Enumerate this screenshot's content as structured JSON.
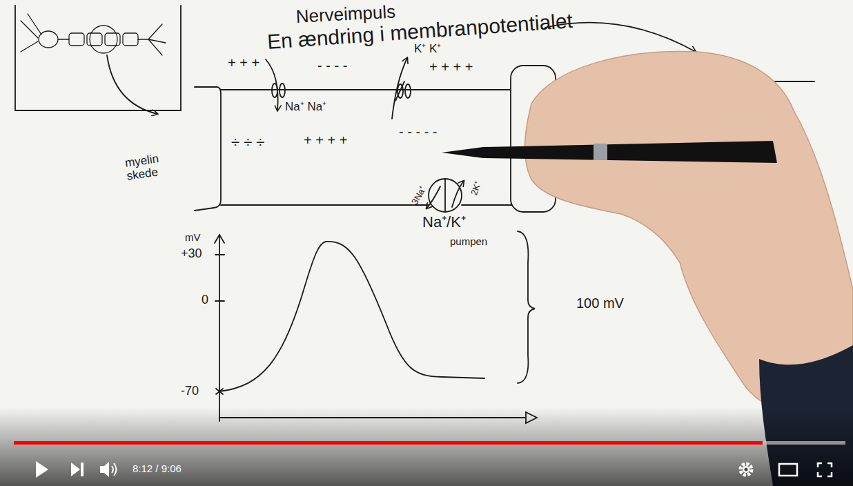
{
  "diagram": {
    "title": "Nerveimpuls",
    "labels": [
      "En ændring i membranpotentialet",
      "+ + +",
      "- - - -",
      "K⁺ K⁺",
      "+ + + +",
      "Na⁺ Na⁺",
      "myelin skede",
      "÷ ÷ ÷",
      "+ + + +",
      "- - - - -",
      "3Na⁺",
      "2K⁺",
      "Na⁺/K⁺",
      "pumpen",
      "mV",
      "+30",
      "0",
      "-70",
      "100 mV",
      "8:12 / 9:06"
    ]
  }
}
